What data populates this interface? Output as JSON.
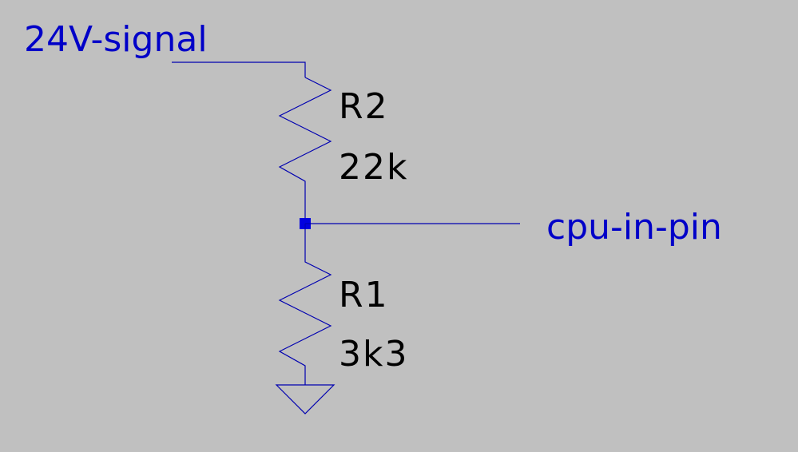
{
  "nets": {
    "input": "24V-signal",
    "output": "cpu-in-pin"
  },
  "components": {
    "r2": {
      "ref": "R2",
      "value": "22k"
    },
    "r1": {
      "ref": "R1",
      "value": "3k3"
    }
  },
  "colors": {
    "background": "#c0c0c0",
    "wire": "#0000b0",
    "net_label": "#0000c8",
    "component_label": "#000000"
  }
}
